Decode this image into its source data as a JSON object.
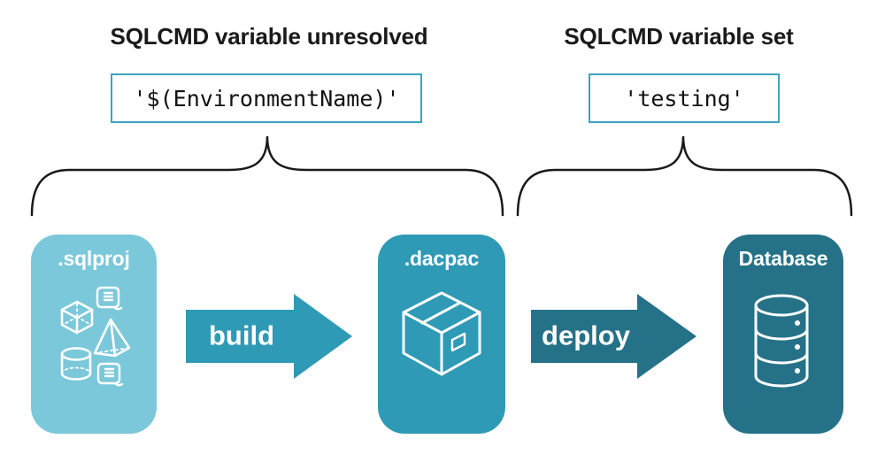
{
  "colors": {
    "background": "#ffffff",
    "ink": "#1a1a1a",
    "light_teal": "#7bc8da",
    "mid_teal": "#2f9ab5",
    "dark_teal": "#257288",
    "code_border": "#3ba3c0"
  },
  "annotations": {
    "unresolved": {
      "title": "SQLCMD variable unresolved",
      "code": "'$(EnvironmentName)'"
    },
    "resolved": {
      "title": "SQLCMD variable set",
      "code": "'testing'"
    }
  },
  "pipeline": {
    "stages": [
      {
        "label": ".sqlproj",
        "icon": "sql-objects-icon"
      },
      {
        "label": ".dacpac",
        "icon": "package-icon"
      },
      {
        "label": "Database",
        "icon": "database-icon"
      }
    ],
    "arrows": [
      {
        "label": "build"
      },
      {
        "label": "deploy"
      }
    ]
  }
}
